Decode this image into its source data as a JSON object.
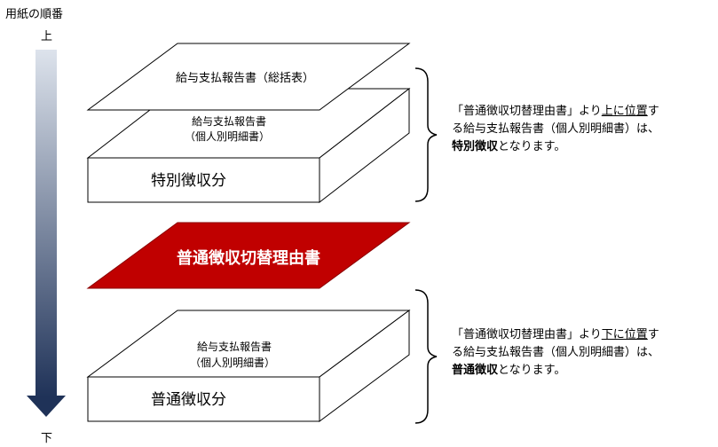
{
  "labels": {
    "order_title": "用紙の順番",
    "top": "上",
    "bottom": "下"
  },
  "stack_top": {
    "summary_sheet": "給与支払報告書（総括表）",
    "individual_line1": "給与支払報告書",
    "individual_line2": "（個人別明細書）",
    "group_label": "特別徴収分"
  },
  "divider": {
    "label": "普通徴収切替理由書"
  },
  "stack_bottom": {
    "individual_line1": "給与支払報告書",
    "individual_line2": "（個人別明細書）",
    "group_label": "普通徴収分"
  },
  "note_top": {
    "part1": "「普通徴収切替理由書」より",
    "emph1": "上に位置",
    "part2": "す",
    "line2": "る給与支払報告書（個人別明細書）は、",
    "bold": "特別徴収",
    "part3": "となります。"
  },
  "note_bottom": {
    "part1": "「普通徴収切替理由書」より",
    "emph1": "下に位置",
    "part2": "す",
    "line2": "る給与支払報告書（個人別明細書）は、",
    "bold": "普通徴収",
    "part3": "となります。"
  },
  "colors": {
    "divider_fill": "#c00000",
    "arrow_top": "#dde3ec",
    "arrow_bottom": "#1f3258"
  }
}
